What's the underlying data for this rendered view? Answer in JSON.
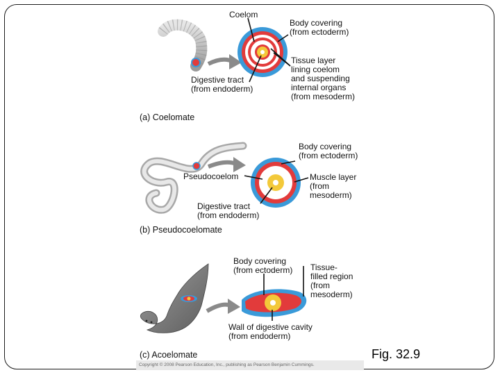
{
  "panel_a": {
    "title": "(a) Coelomate",
    "label_coelom": "Coelom",
    "label_body_covering": "Body covering\n(from ectoderm)",
    "label_tissue_layer": "Tissue layer\nlining coelom\nand suspending\ninternal organs\n(from mesoderm)",
    "label_digestive": "Digestive tract\n(from endoderm)"
  },
  "panel_b": {
    "title": "(b) Pseudocoelomate",
    "label_body_covering": "Body covering\n(from ectoderm)",
    "label_pseudocoelom": "Pseudocoelom",
    "label_muscle": "Muscle layer\n(from\nmesoderm)",
    "label_digestive": "Digestive tract\n(from endoderm)"
  },
  "panel_c": {
    "title": "(c) Acoelomate",
    "label_body_covering": "Body covering\n(from ectoderm)",
    "label_tissue_filled": "Tissue-\nfilled region\n(from\nmesoderm)",
    "label_digestive_wall": "Wall of digestive cavity\n(from endoderm)"
  },
  "figure_label": "Fig. 32.9",
  "copyright": "Copyright © 2008 Pearson Education, Inc., publishing as Pearson Benjamin Cummings.",
  "colors": {
    "ectoderm_blue": "#3a9ad9",
    "mesoderm_red": "#e23b3b",
    "endoderm_yellow": "#f3c93a",
    "coelom_white": "#ffffff",
    "worm_gray": "#bdbdbd",
    "arrow_gray": "#8a8a8a"
  }
}
